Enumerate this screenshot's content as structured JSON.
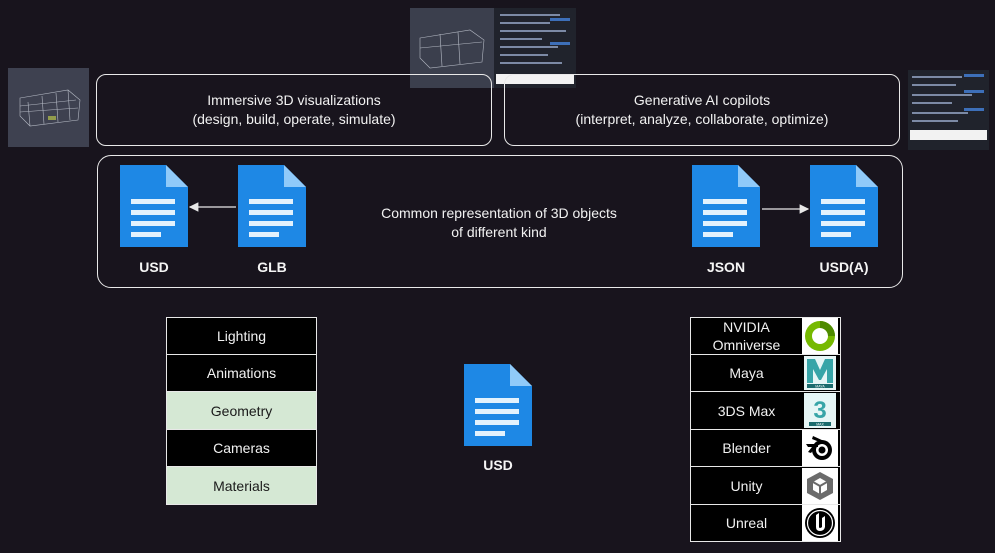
{
  "top": {
    "left_box": {
      "line1": "Immersive 3D visualizations",
      "line2": "(design, build, operate, simulate)"
    },
    "right_box": {
      "line1": "Generative AI copilots",
      "line2": "(interpret, analyze, collaborate, optimize)"
    }
  },
  "middle": {
    "caption_line1": "Common representation of 3D objects",
    "caption_line2": "of different kind",
    "files": [
      {
        "label": "USD"
      },
      {
        "label": "GLB"
      },
      {
        "label": "JSON"
      },
      {
        "label": "USD(A)"
      }
    ]
  },
  "usd_components": [
    "Lighting",
    "Animations",
    "Geometry",
    "Cameras",
    "Materials"
  ],
  "center_file": {
    "label": "USD"
  },
  "tools": [
    {
      "name": "NVIDIA Omniverse",
      "icon": "omniverse-logo-icon"
    },
    {
      "name": "Maya",
      "icon": "maya-logo-icon"
    },
    {
      "name": "3DS Max",
      "icon": "3ds-max-logo-icon"
    },
    {
      "name": "Blender",
      "icon": "blender-logo-icon"
    },
    {
      "name": "Unity",
      "icon": "unity-logo-icon"
    },
    {
      "name": "Unreal",
      "icon": "unreal-logo-icon"
    }
  ],
  "colors": {
    "background": "#18141d",
    "file_blue": "#1e88e5",
    "file_light": "#90caf9",
    "highlight_green": "#d5e8d4"
  }
}
